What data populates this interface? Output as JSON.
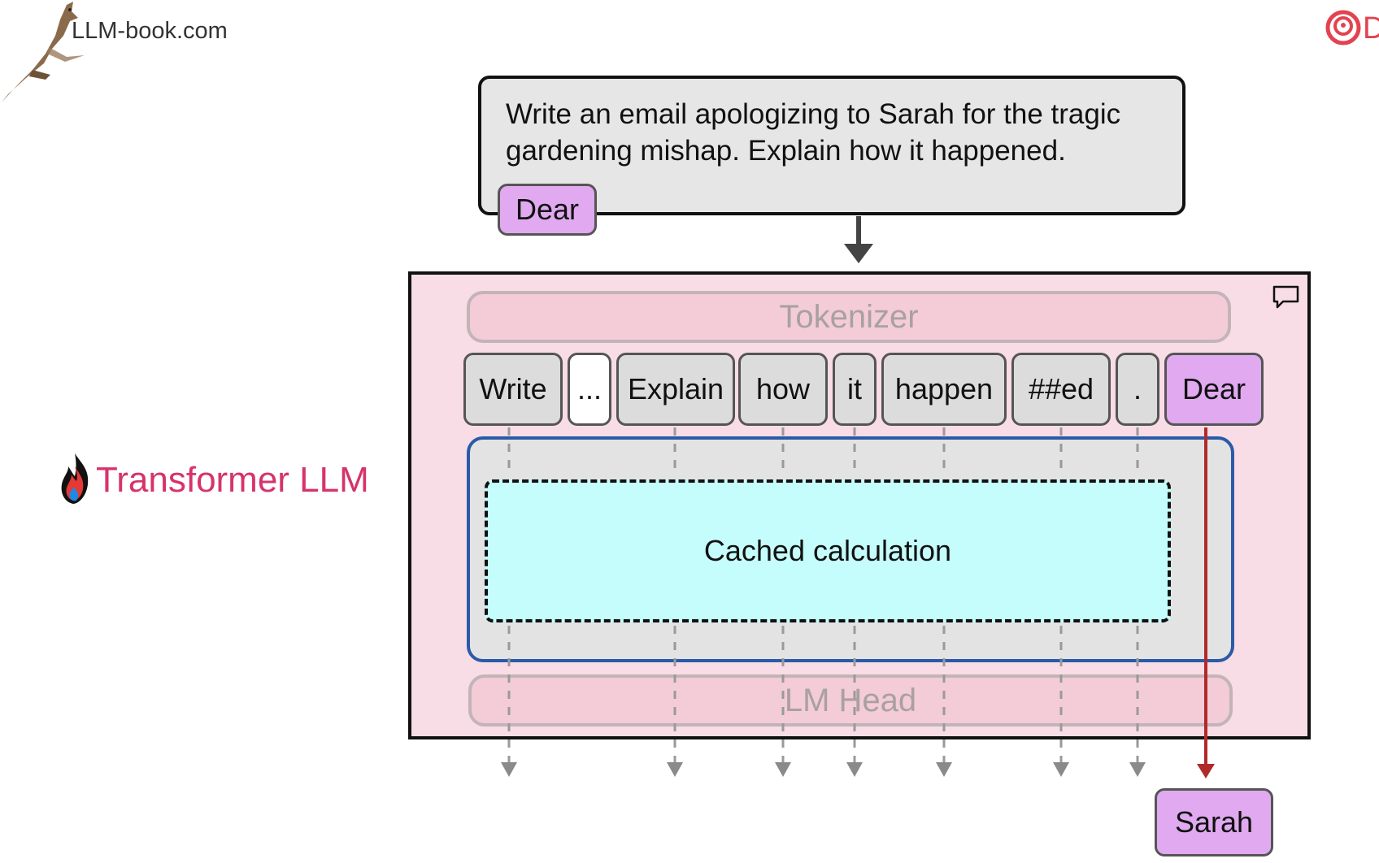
{
  "header": {
    "site": "LLM-book.com",
    "corner_text": "D"
  },
  "prompt": {
    "line1": "Write an email apologizing to Sarah for the tragic",
    "line2": "gardening mishap. Explain how it happened.",
    "generated_token": "Dear"
  },
  "model": {
    "label": "Transformer LLM",
    "tokenizer_label": "Tokenizer",
    "lm_head_label": "LM Head",
    "cache_label": "Cached calculation"
  },
  "tokens": [
    "Write",
    "...",
    "Explain",
    "how",
    "it",
    "happen",
    "##ed",
    ".",
    "Dear"
  ],
  "output_token": "Sarah",
  "colors": {
    "token_purple": "#e0a9f0",
    "model_pink": "#f8dce6",
    "cache_cyan": "#c5fcfc",
    "block_border": "#2a5aa8",
    "red_arrow": "#b02a2a",
    "label_pink": "#d6336c"
  },
  "icons": {
    "logo": "kangaroo-logo-icon",
    "model": "flame-icon",
    "comment": "speech-bubble-icon",
    "corner": "target-icon"
  }
}
